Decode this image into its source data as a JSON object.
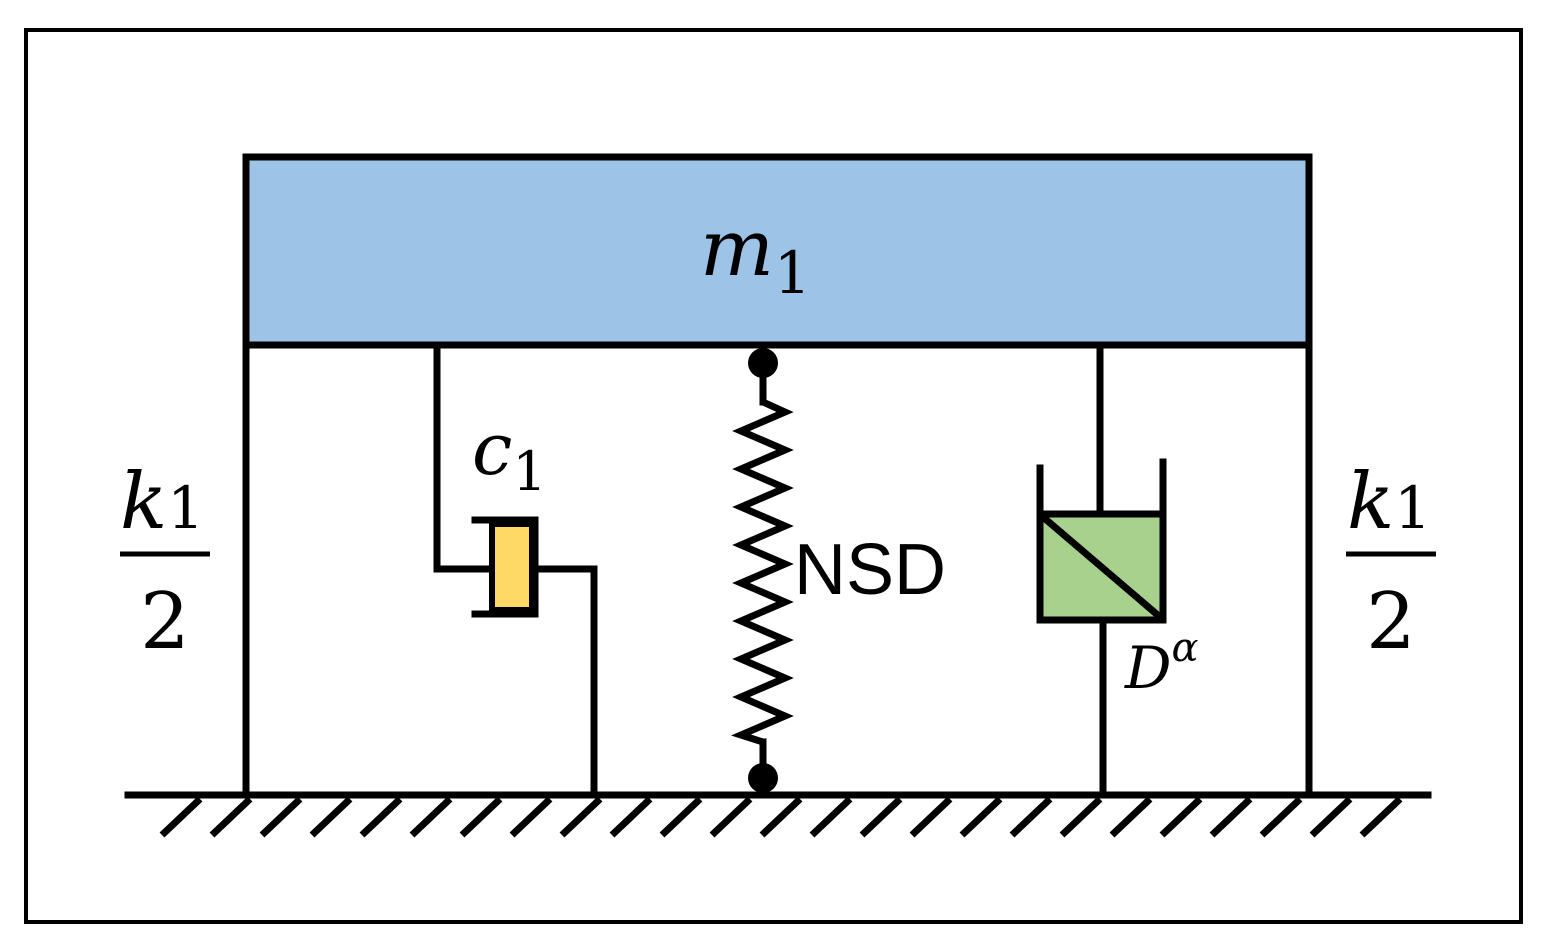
{
  "mass": {
    "symbol": "m",
    "subscript": "1",
    "color": "#9dc3e6"
  },
  "damper": {
    "symbol": "c",
    "subscript": "1",
    "color": "#ffd966"
  },
  "spring": {
    "label": "NSD"
  },
  "fractional_element": {
    "symbol": "D",
    "superscript": "α",
    "color": "#a9d18e"
  },
  "stiffness_left": {
    "symbol": "k",
    "subscript": "1",
    "denominator": "2"
  },
  "stiffness_right": {
    "symbol": "k",
    "subscript": "1",
    "denominator": "2"
  }
}
